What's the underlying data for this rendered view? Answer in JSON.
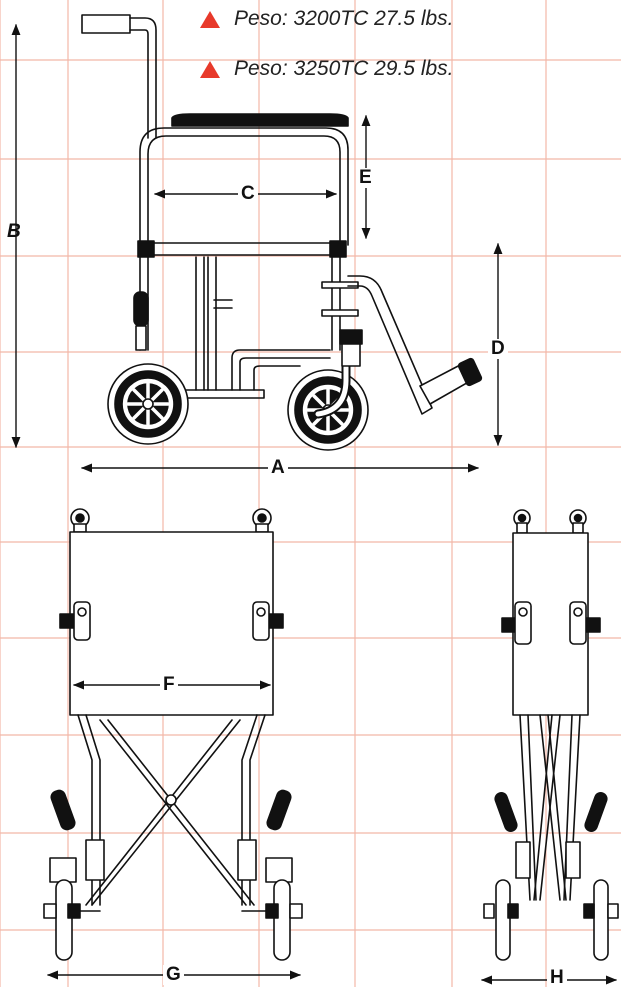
{
  "specs": [
    {
      "label": "Peso:",
      "model": "3200TC",
      "weight": "27.5 lbs."
    },
    {
      "label": "Peso:",
      "model": "3250TC",
      "weight": "29.5 lbs."
    }
  ],
  "dimension_labels": {
    "a": "A",
    "b": "B",
    "c": "C",
    "d": "D",
    "e": "E",
    "f": "F",
    "g": "G",
    "h": "H"
  },
  "colors": {
    "marker": "#e8392a",
    "grid": "#f2b8a8",
    "line": "#111111"
  }
}
